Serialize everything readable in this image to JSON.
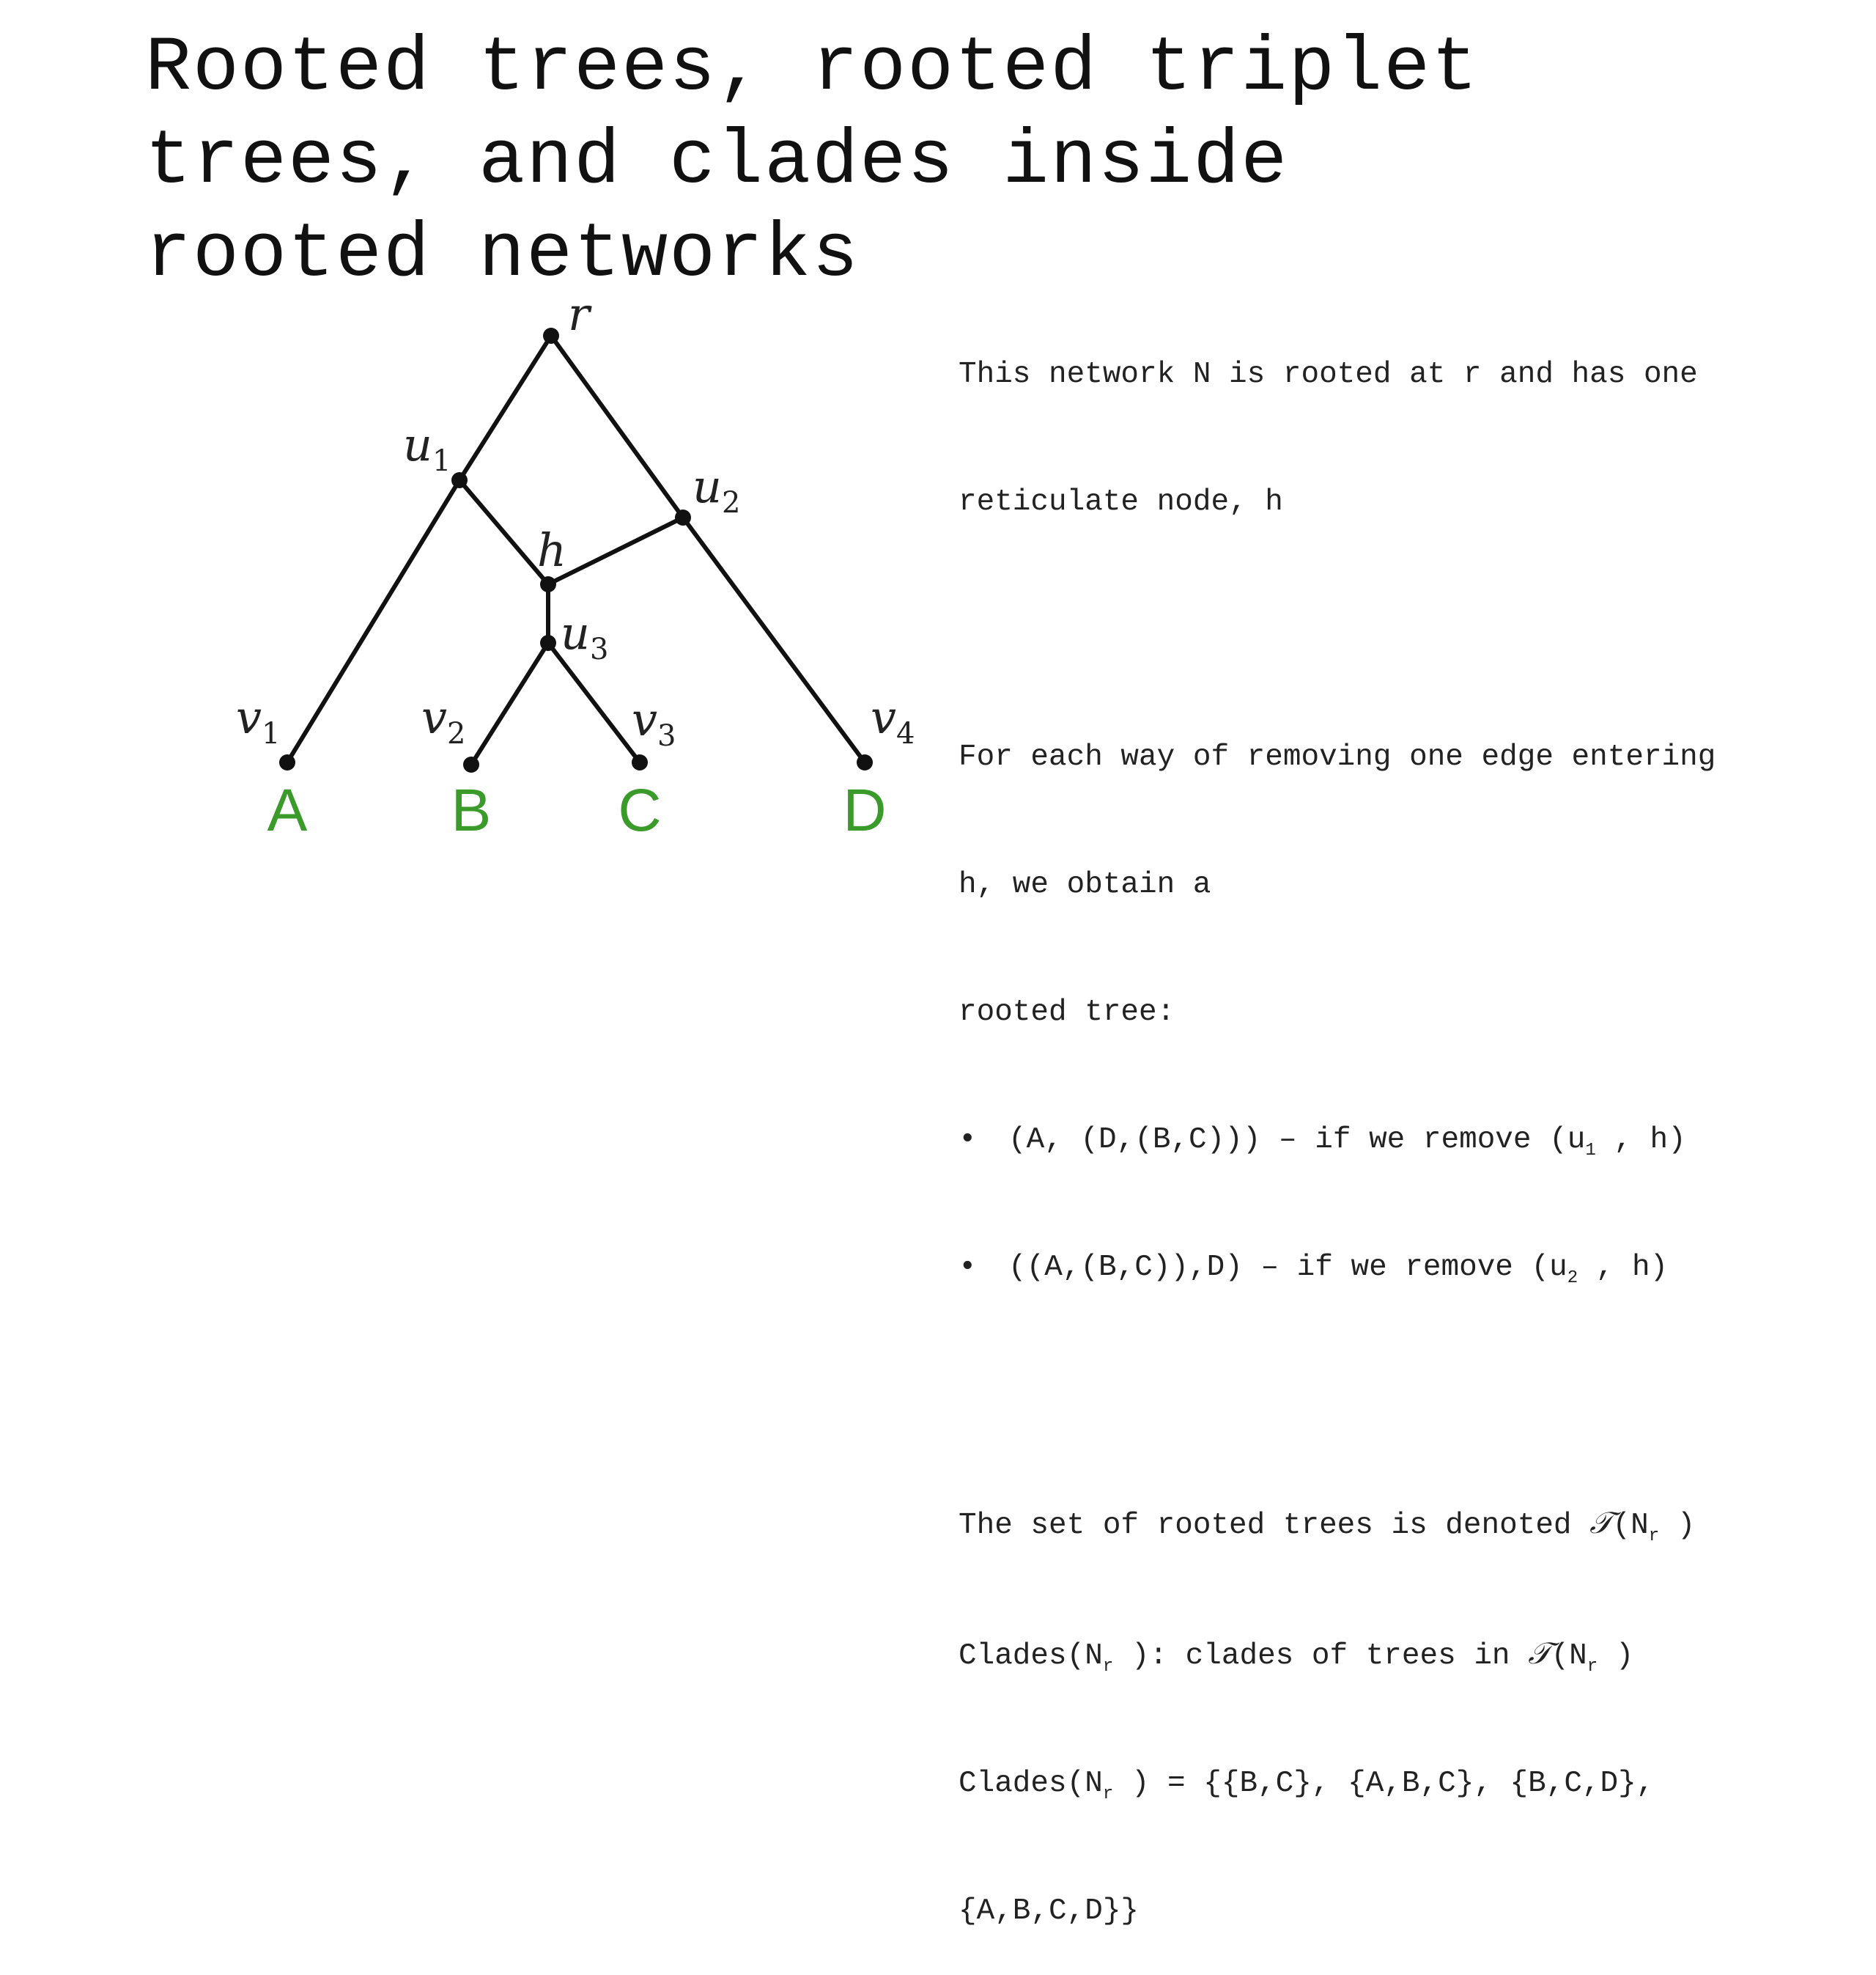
{
  "title": {
    "lines": [
      "Rooted trees, rooted triplet",
      "trees, and clades inside",
      "rooted networks"
    ]
  },
  "diagram": {
    "nodes": {
      "r": {
        "label": "r",
        "sub": ""
      },
      "u1": {
        "label": "u",
        "sub": "1"
      },
      "u2": {
        "label": "u",
        "sub": "2"
      },
      "h": {
        "label": "h",
        "sub": ""
      },
      "u3": {
        "label": "u",
        "sub": "3"
      },
      "v1": {
        "label": "v",
        "sub": "1"
      },
      "v2": {
        "label": "v",
        "sub": "2"
      },
      "v3": {
        "label": "v",
        "sub": "3"
      },
      "v4": {
        "label": "v",
        "sub": "4"
      }
    },
    "leaves": {
      "A": "A",
      "B": "B",
      "C": "C",
      "D": "D"
    },
    "edges": [
      [
        "r",
        "u1"
      ],
      [
        "r",
        "u2"
      ],
      [
        "u1",
        "v1"
      ],
      [
        "u1",
        "h"
      ],
      [
        "u2",
        "h"
      ],
      [
        "u2",
        "v4"
      ],
      [
        "h",
        "u3"
      ],
      [
        "u3",
        "v2"
      ],
      [
        "u3",
        "v3"
      ]
    ],
    "colors": {
      "edge": "#111111",
      "leaf": "#3a9a2a"
    }
  },
  "text": {
    "intro_1": "This network N is rooted at r and has one",
    "intro_2": "reticulate node, h",
    "removal_1": "For each way of removing one edge entering",
    "removal_2": "h, we obtain a",
    "removal_3": "rooted tree:",
    "bullet_1_tree": "(A, (D,(B,C))) – if we remove (u",
    "bullet_1_sub": "1",
    "bullet_1_end": " , h)",
    "bullet_2_tree": "((A,(B,C)),D) – if we remove (u",
    "bullet_2_sub": "2",
    "bullet_2_end": " , h)",
    "set_pre": "The set of rooted trees is denoted ",
    "script_T": "𝒯",
    "set_n": "(N",
    "sub_r": "r",
    "set_end": " )",
    "clades_def_pre": "Clades(N",
    "clades_def_mid": " ): clades of trees in ",
    "clades_def_n": "(N",
    "clades_def_end": " )",
    "clades_val_pre": "Clades(N",
    "clades_val_mid": " ) = {{B,C}, {A,B,C}, {B,C,D},",
    "clades_val_2": "{A,B,C,D}}"
  }
}
